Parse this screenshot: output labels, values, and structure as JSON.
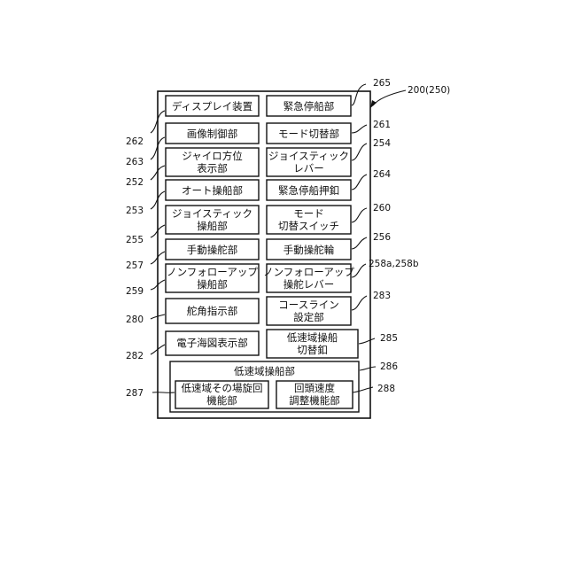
{
  "figure": {
    "title_ref": "200(250)",
    "components": {
      "display_device": "ディスプレイ装置",
      "emergency_stop_unit": "緊急停船部",
      "image_control_unit": "画像制御部",
      "mode_switch_unit": "モード切替部",
      "gyro_line1": "ジャイロ方位",
      "gyro_line2": "表示部",
      "joystick_lever_line1": "ジョイスティック",
      "joystick_lever_line2": "レバー",
      "auto_ship_unit": "オート操船部",
      "emergency_stop_button": "緊急停船押釦",
      "joystick_ship_line1": "ジョイスティック",
      "joystick_ship_line2": "操船部",
      "mode_switch_line1": "モード",
      "mode_switch_line2": "切替スイッチ",
      "manual_steer_unit": "手動操舵部",
      "manual_steer_wheel": "手動操舵輪",
      "nonfollow_ship_line1": "ノンフォローアップ",
      "nonfollow_ship_line2": "操船部",
      "nonfollow_lever_line1": "ノンフォローアップ",
      "nonfollow_lever_line2": "操舵レバー",
      "rudder_angle_unit": "舵角指示部",
      "course_line1": "コースライン",
      "course_line2": "設定部",
      "ecdis_unit": "電子海図表示部",
      "low_speed_btn_line1": "低速域操船",
      "low_speed_btn_line2": "切替釦",
      "low_speed_unit": "低速域操船部",
      "pivot_line1": "低速域その場旋回",
      "pivot_line2": "機能部",
      "turn_rate_line1": "回頭速度",
      "turn_rate_line2": "調整機能部"
    },
    "refs": {
      "r265": "265",
      "r261": "261",
      "r254": "254",
      "r264": "264",
      "r260": "260",
      "r256": "256",
      "r258": "258a,258b",
      "r283": "283",
      "r285": "285",
      "r286": "286",
      "r288": "288",
      "r262": "262",
      "r263": "263",
      "r252": "252",
      "r253": "253",
      "r255": "255",
      "r257": "257",
      "r259": "259",
      "r280": "280",
      "r282": "282",
      "r287": "287"
    }
  }
}
